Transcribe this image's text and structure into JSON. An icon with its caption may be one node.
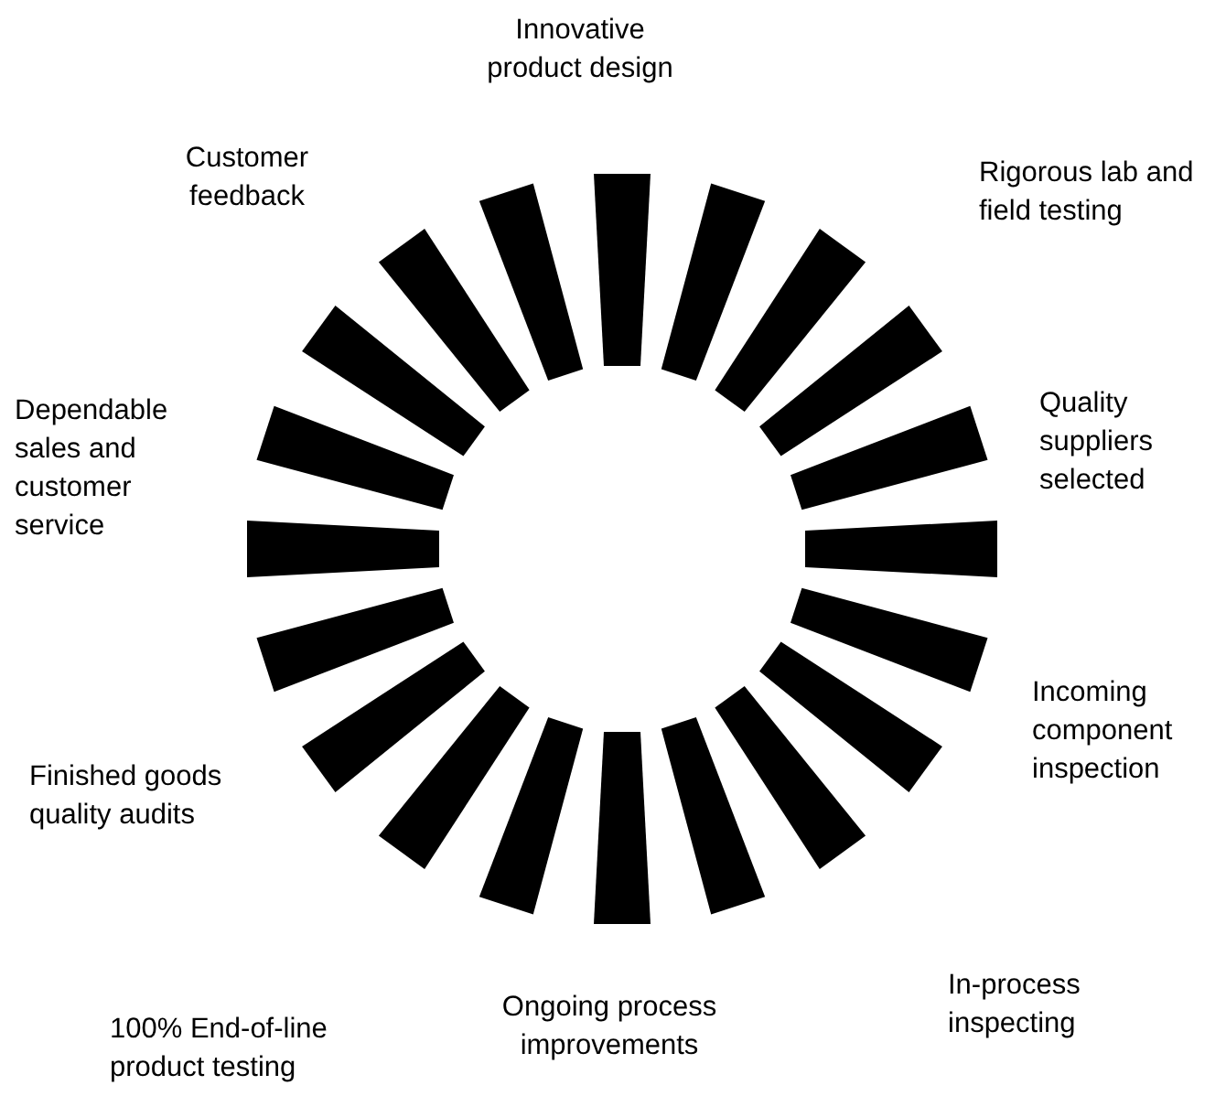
{
  "diagram": {
    "labels": [
      "Innovative product design",
      "Customer feedback",
      "Rigorous lab and field testing",
      "Dependable sales and customer service",
      "Quality suppliers selected",
      "Incoming component inspection",
      "Finished goods quality audits",
      "In-process inspecting",
      "Ongoing process improvements",
      "100% End-of-line product testing"
    ]
  }
}
